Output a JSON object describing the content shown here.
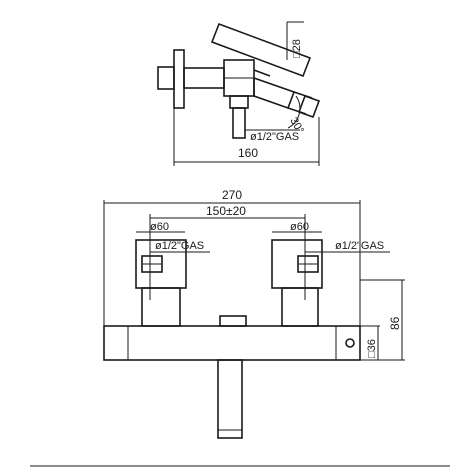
{
  "side_view": {
    "dim_square": "□28",
    "dim_angle": "30°",
    "dim_thread": "ø1/2\"GAS",
    "dim_width": "160"
  },
  "front_view": {
    "dim_total": "270",
    "dim_spacing": "150±20",
    "dim_left_dia": "ø60",
    "dim_left_thread": "ø1/2\"GAS",
    "dim_right_dia": "ø60",
    "dim_right_thread": "ø1/2\"GAS",
    "dim_body": "□36",
    "dim_height": "86"
  }
}
